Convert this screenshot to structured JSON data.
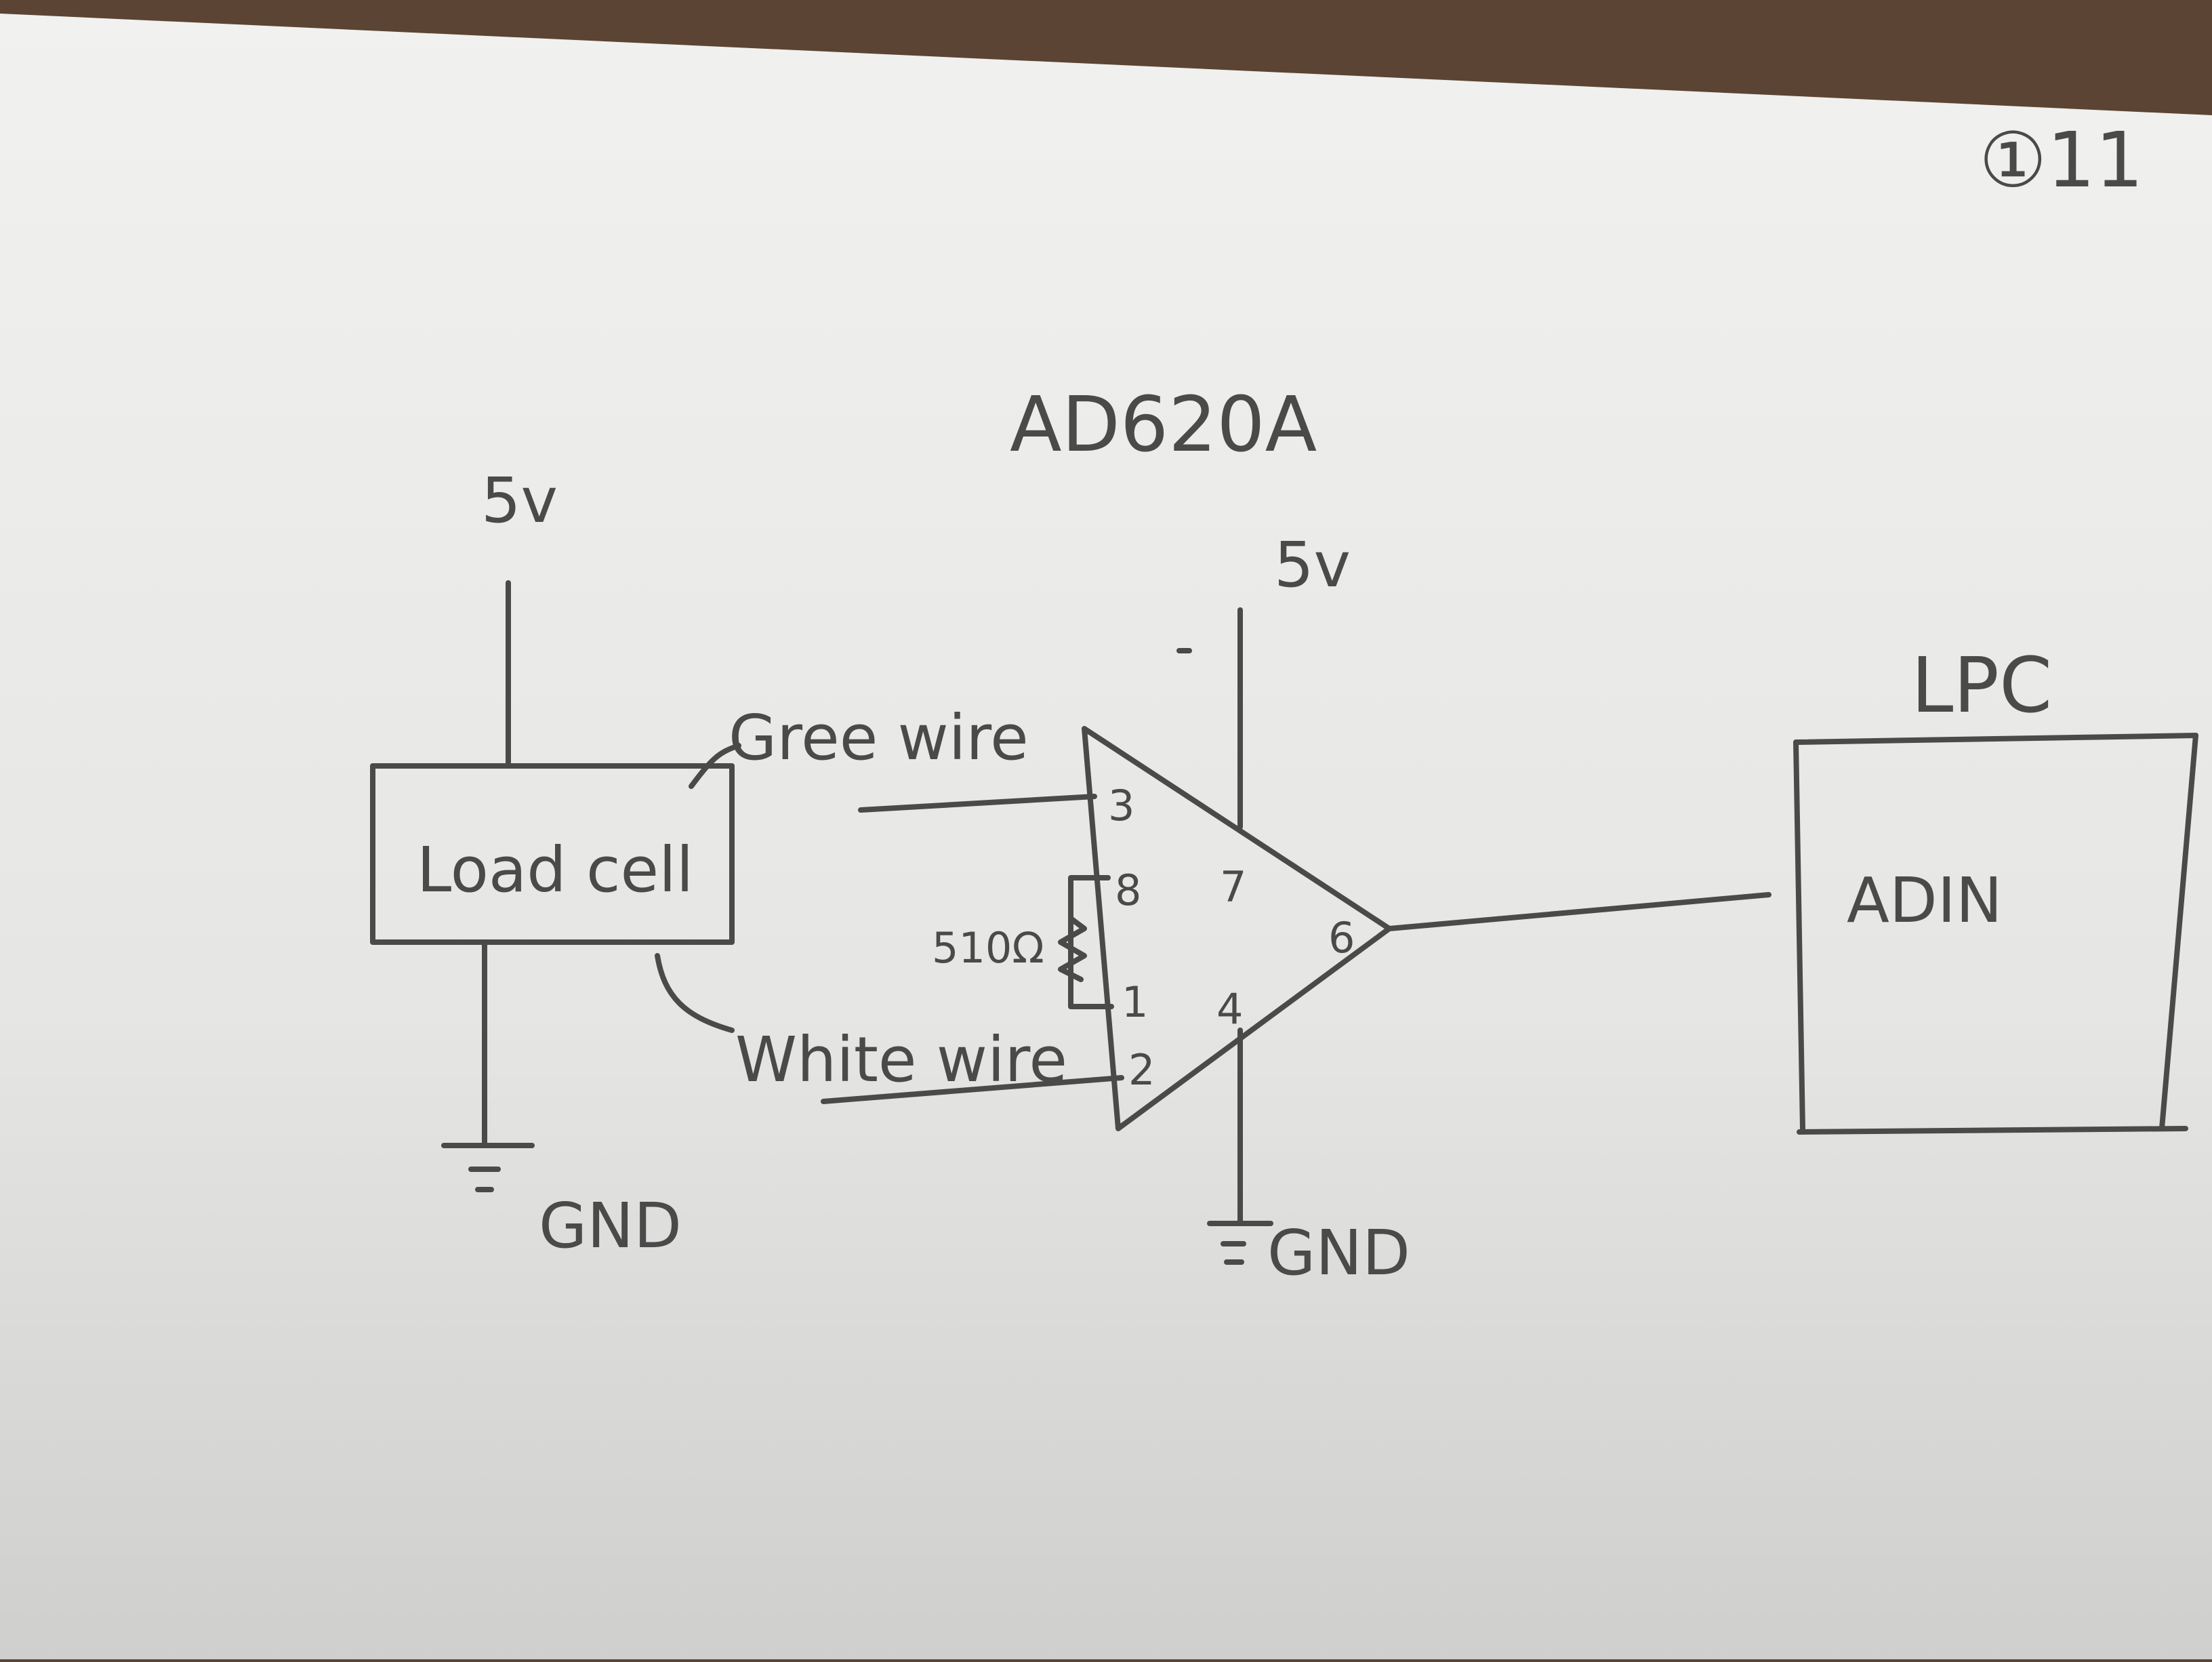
{
  "schematic": {
    "amp_title": "AD620A",
    "page_mark": "①11",
    "load_cell": {
      "label": "Load cell",
      "supply": "5v",
      "ground": "GND",
      "wire_top": "Gree wire",
      "wire_bottom": "White wire"
    },
    "amplifier": {
      "supply": "5v",
      "ground": "GND",
      "resistor": "510Ω",
      "pins": {
        "in_plus": "3",
        "rg_top": "8",
        "rg_bottom": "1",
        "in_minus": "2",
        "vs_plus": "7",
        "vs_minus": "4",
        "out": "6"
      }
    },
    "mcu": {
      "title": "LPC",
      "pin_label": "ADIN"
    }
  },
  "colors": {
    "paper": "#eeeeec",
    "ink": "#4a4a4a",
    "desk": "#5b4433"
  }
}
